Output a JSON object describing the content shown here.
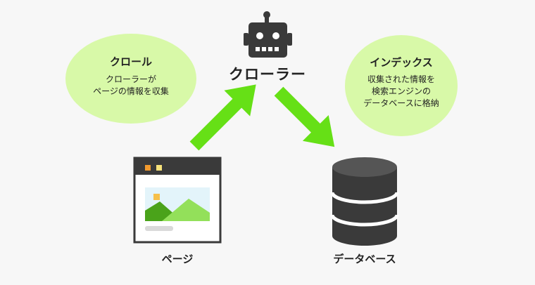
{
  "crawl": {
    "title": "クロール",
    "line1": "クローラーが",
    "line2": "ページの情報を収集"
  },
  "index": {
    "title": "インデックス",
    "line1": "収集された情報を",
    "line2": "検索エンジンの",
    "line3": "データベースに格納"
  },
  "robot": {
    "label": "クローラー"
  },
  "page": {
    "label": "ページ"
  },
  "database": {
    "label": "データベース"
  },
  "colors": {
    "background": "#f7f7f7",
    "bubble": "#d8f9a8",
    "arrow": "#66e016",
    "dark": "#3a3a3a",
    "dark_gray": "#555555",
    "window_dot_orange": "#f29a2e",
    "window_dot_yellow": "#f7e27a",
    "sky": "#e3f4fa",
    "mountain_dark": "#4aa31a",
    "mountain_light": "#93e05a",
    "sun": "#f6c04a"
  }
}
